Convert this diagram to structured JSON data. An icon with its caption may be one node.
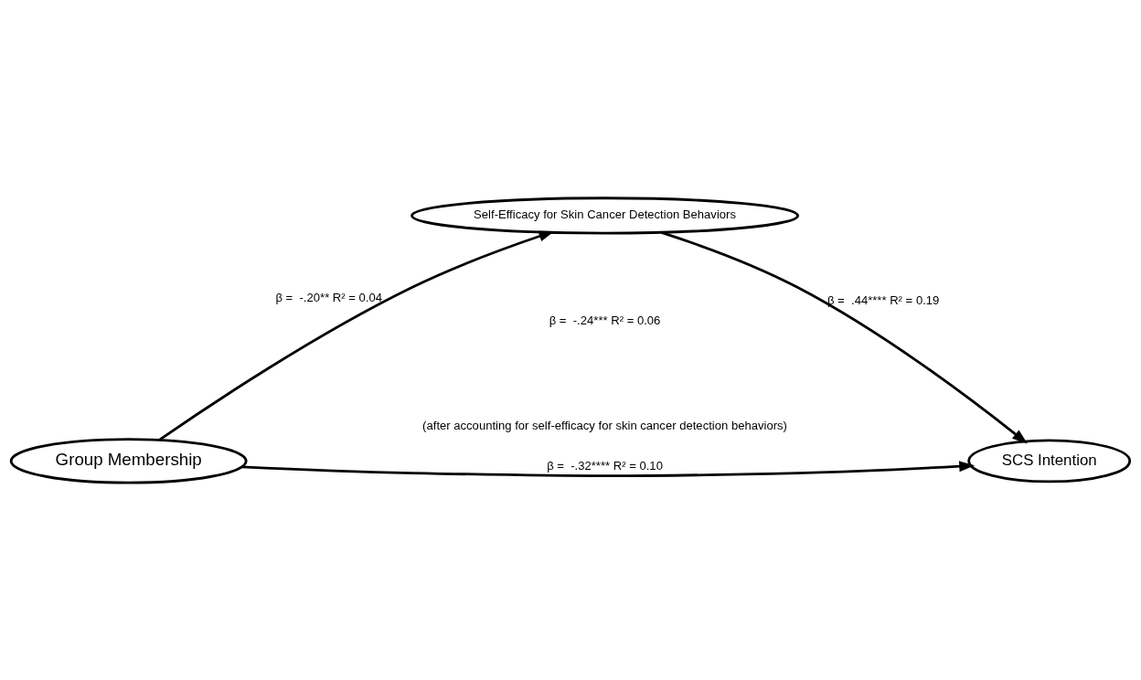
{
  "diagram": {
    "nodes": [
      {
        "text": [
          "Group Membership"
        ]
      },
      {
        "text": [
          "Self-Efficacy for Skin Cancer Detection Behaviors"
        ]
      },
      {
        "text": [
          "SCS Intention"
        ]
      }
    ],
    "edges": [
      {
        "from": 0,
        "to": 1,
        "arrow": "to",
        "label": "β =  -.20** R² = 0.04"
      },
      {
        "from": 1,
        "to": 2,
        "arrow": "to",
        "label": "β =  .44**** R² = 0.19"
      },
      {
        "from": 0,
        "to": 2,
        "arrow": "to",
        "label": "β =  -.32**** R² = 0.10"
      }
    ],
    "labels": [
      "β =  -.24*** R² = 0.06",
      "(after accounting for self-efficacy for skin cancer detection behaviors)"
    ]
  }
}
